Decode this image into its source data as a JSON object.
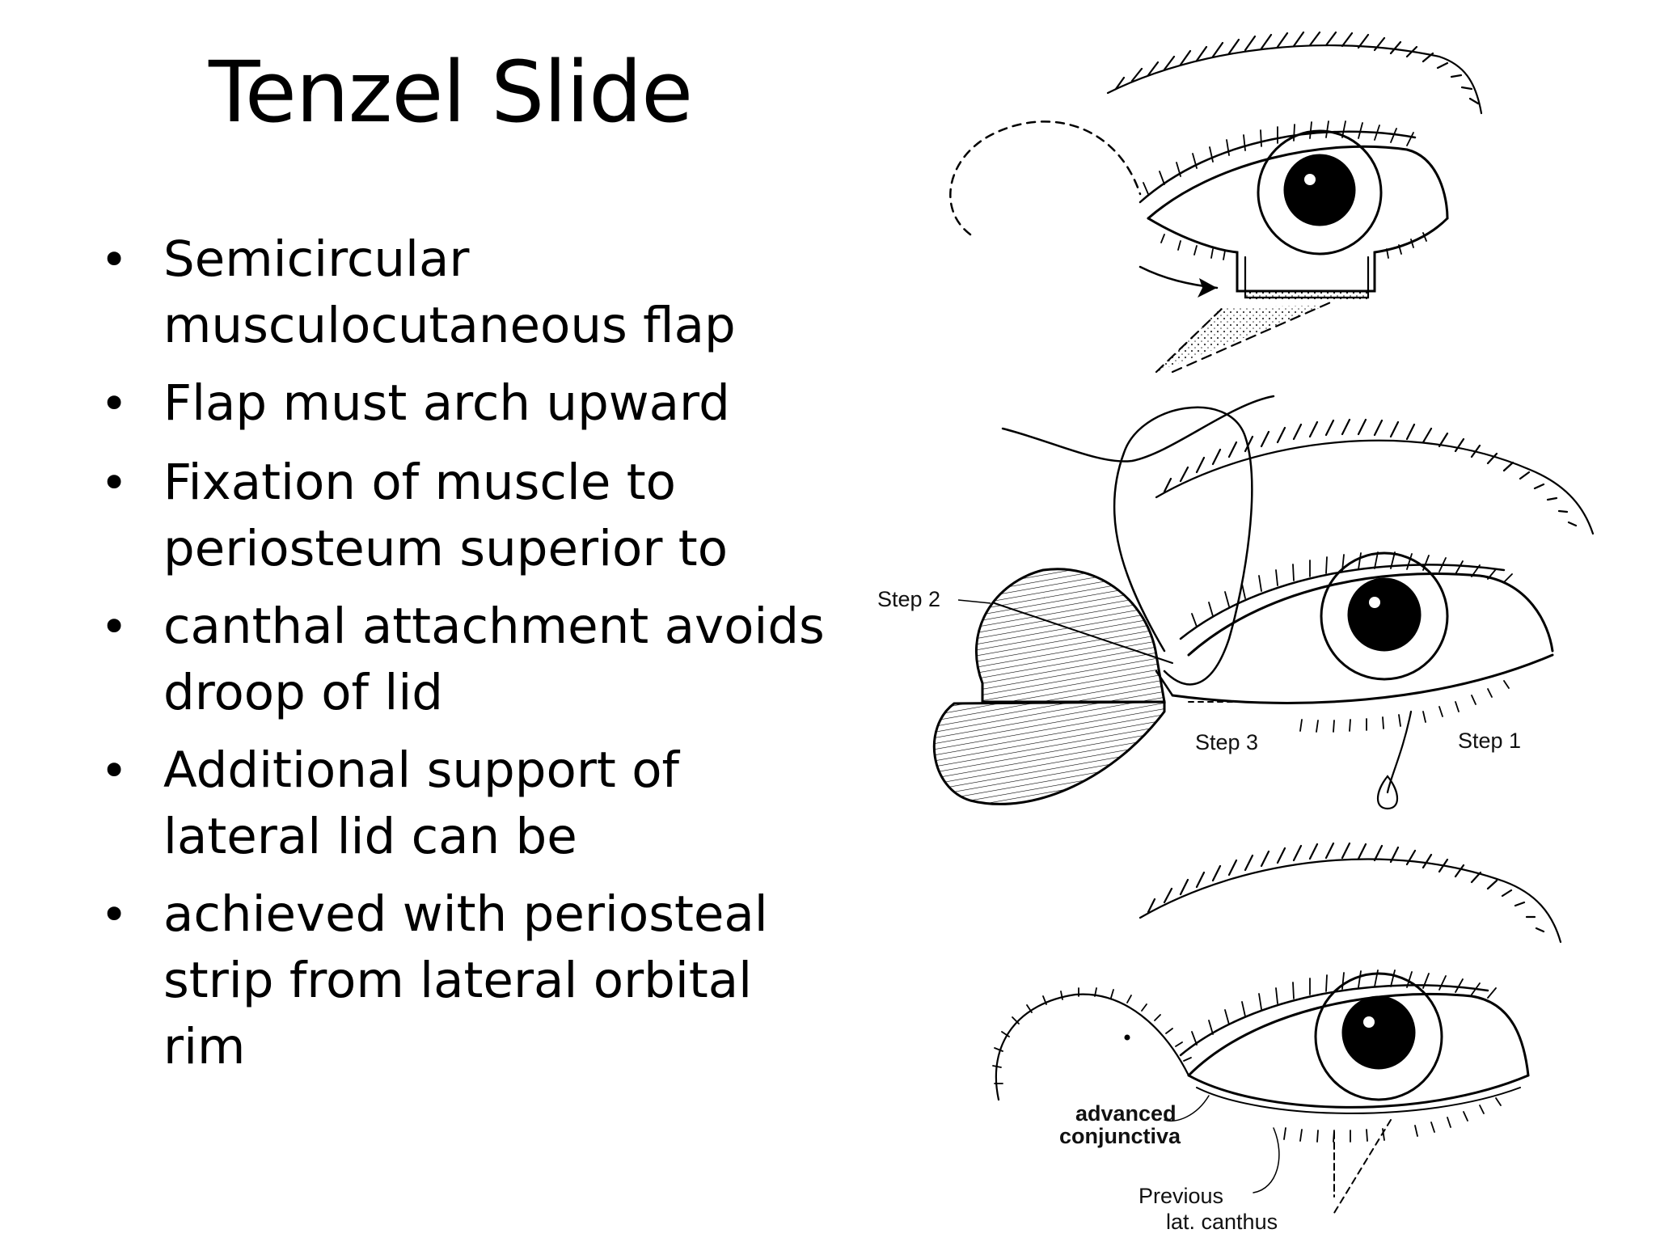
{
  "slide": {
    "title": "Tenzel Slide",
    "bullets": [
      {
        "text": "Semicircular\nmusculocutaneous flap"
      },
      {
        "text": "Flap must arch upward"
      },
      {
        "text": "Fixation of muscle to\nperiosteum superior to"
      },
      {
        "text": "canthal attachment avoids\ndroop of lid"
      },
      {
        "text": "Additional support of\nlateral lid can be"
      },
      {
        "text": "achieved with periosteal\nstrip from lateral orbital\nrim"
      }
    ]
  },
  "illustration": {
    "labels": {
      "step2": "Step 2",
      "step3": "Step 3",
      "step1": "Step 1",
      "advanced_line1": "advanced",
      "advanced_line2": "conjunctiva",
      "previous_line1": "Previous",
      "previous_line2": "lat. canthus"
    }
  },
  "colors": {
    "background": "#ffffff",
    "ink": "#000000"
  }
}
